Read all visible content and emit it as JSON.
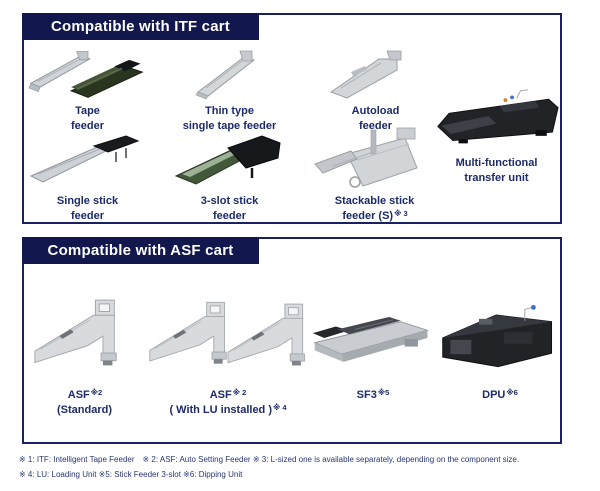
{
  "colors": {
    "navy": "#12174e",
    "border": "#1a2163",
    "label": "#1c2b69",
    "footnote": "#273673"
  },
  "panels": {
    "itf": {
      "header": "Compatible with ITF cart",
      "items": [
        {
          "image": "tape-feeder-photo",
          "line1": "Tape",
          "line2": "feeder"
        },
        {
          "image": "thin-type-single-tape-feeder-photo",
          "line1": "Thin type",
          "line2": "single tape feeder"
        },
        {
          "image": "autoload-feeder-photo",
          "line1": "Autoload",
          "line2": "feeder"
        },
        {
          "image": "multi-functional-transfer-unit-photo",
          "line1": "Multi-functional",
          "line2": "transfer unit"
        },
        {
          "image": "single-stick-feeder-photo",
          "line1": "Single stick",
          "line2": "feeder"
        },
        {
          "image": "3-slot-stick-feeder-photo",
          "line1": "3-slot stick",
          "line2": "feeder"
        },
        {
          "image": "stackable-stick-feeder-photo",
          "line1": "Stackable stick",
          "line2": "feeder (S)",
          "line2_sup": "※ 3"
        }
      ]
    },
    "asf": {
      "header": "Compatible with ASF cart",
      "items": [
        {
          "image": "asf-standard-photo",
          "line1": "ASF",
          "line1_sup": "※2",
          "line2": "(Standard)"
        },
        {
          "image": "asf-with-lu-photo",
          "line1": "ASF",
          "line1_sup": "※ 2",
          "line2": "( With LU installed )",
          "line2_sup": "※ 4"
        },
        {
          "image": "sf3-photo",
          "line1": "SF3",
          "line1_sup": "※5"
        },
        {
          "image": "dpu-photo",
          "line1": "DPU",
          "line1_sup": "※6"
        }
      ]
    }
  },
  "footnotes": {
    "line1": "※ 1: ITF: Intelligent Tape Feeder　※ 2: ASF: Auto Setting Feeder ※ 3: L-sized one is available separately, depending on the component size.",
    "line2": "※ 4: LU: Loading Unit ※5: Stick Feeder 3-slot ※6: Dipping Unit"
  }
}
